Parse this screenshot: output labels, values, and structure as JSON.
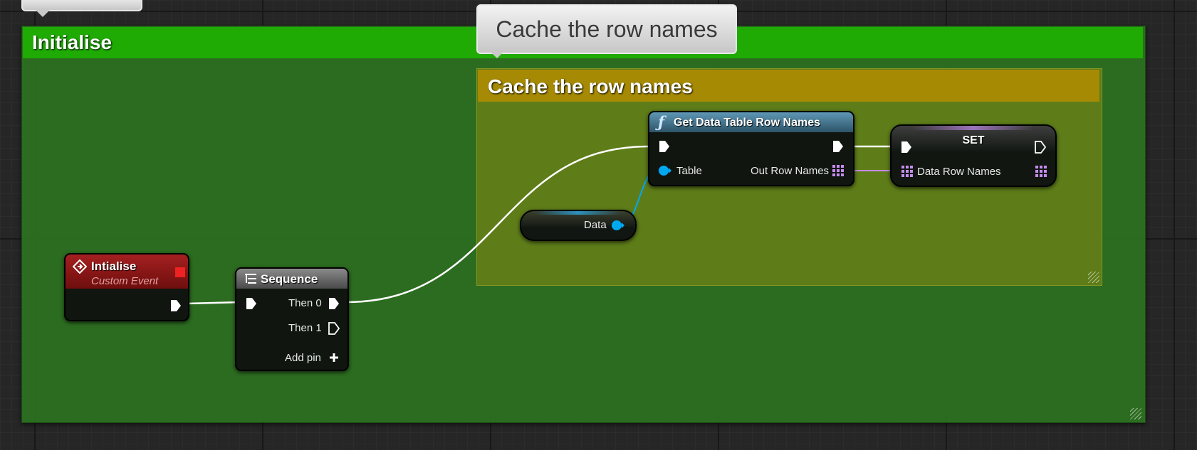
{
  "comments": {
    "outer_title": "Initialise",
    "inner_title": "Cache the row names",
    "bubble_text": "Cache the row names"
  },
  "nodes": {
    "event": {
      "title": "Intialise",
      "subtitle": "Custom Event"
    },
    "sequence": {
      "title": "Sequence",
      "then0": "Then 0",
      "then1": "Then 1",
      "add_pin": "Add pin"
    },
    "get_rows": {
      "title": "Get Data Table Row Names",
      "table_pin": "Table",
      "out_pin": "Out Row Names"
    },
    "set": {
      "title": "SET",
      "pin": "Data Row Names"
    },
    "data_var": {
      "label": "Data"
    }
  },
  "colors": {
    "outer_comment_header": "#1fab04",
    "inner_comment_header": "#a68a03",
    "event_header": "#8a1414",
    "function_header": "#4c7d96",
    "object_pin": "#00a8f0",
    "name_array_pin": "#c68cf0",
    "exec_wire": "#ffffff"
  }
}
